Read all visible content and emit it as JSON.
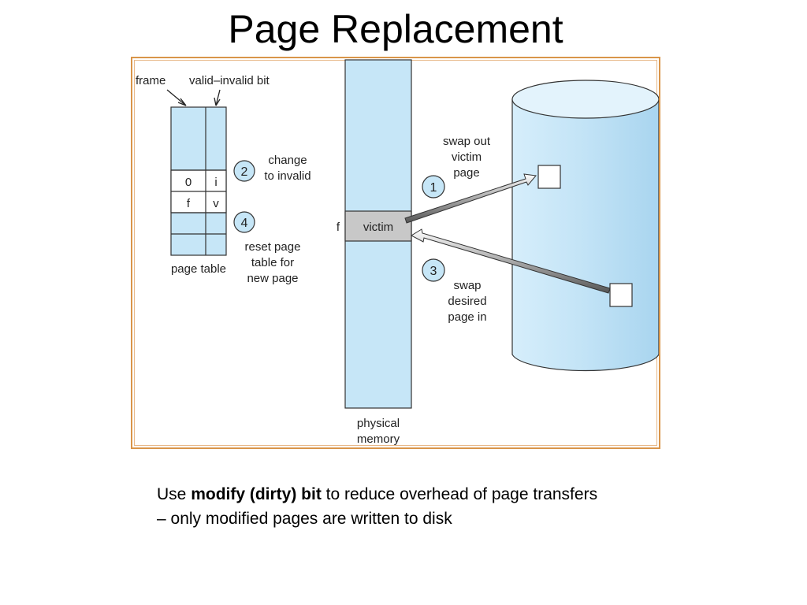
{
  "title": "Page Replacement",
  "figure": {
    "labels": {
      "frame": "frame",
      "valid_invalid_bit": "valid–invalid bit",
      "page_table": "page table",
      "physical_memory_line1": "physical",
      "physical_memory_line2": "memory",
      "victim": "victim",
      "f_label": "f"
    },
    "page_table_rows": [
      {
        "frame": "0",
        "bit": "i"
      },
      {
        "frame": "f",
        "bit": "v"
      }
    ],
    "steps": [
      {
        "number": "1",
        "lines": [
          "swap out",
          "victim",
          "page"
        ]
      },
      {
        "number": "2",
        "lines": [
          "change",
          "to invalid"
        ]
      },
      {
        "number": "3",
        "lines": [
          "swap",
          "desired",
          "page in"
        ]
      },
      {
        "number": "4",
        "lines": [
          "reset page",
          "table for",
          "new page"
        ]
      }
    ],
    "colors": {
      "memory_fill": "#c6e6f7",
      "victim_fill": "#c8c8c8",
      "disk_fill": "#cbe8f8",
      "border": "#d9954a"
    }
  },
  "caption": {
    "prefix": "Use ",
    "bold": "modify (dirty) bit",
    "suffix": " to reduce overhead of page transfers",
    "line2": "– only modified pages are written to disk"
  }
}
